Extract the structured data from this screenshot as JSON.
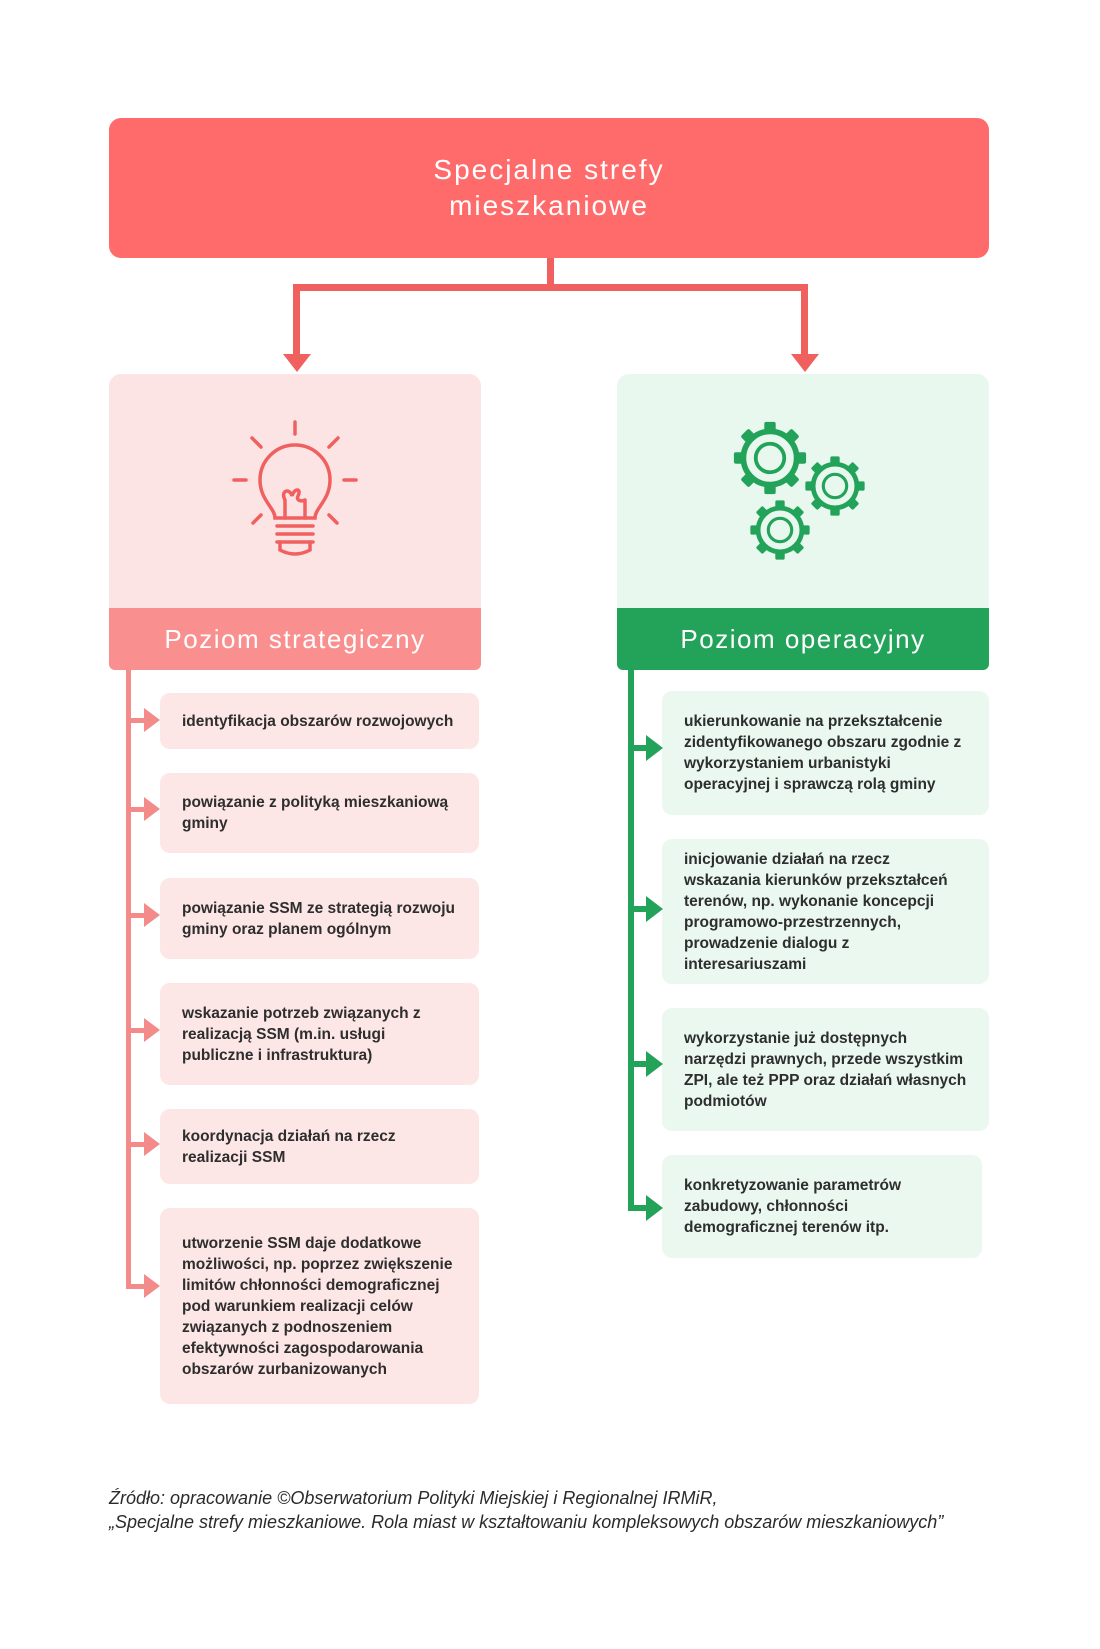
{
  "title": "Specjalne strefy mieszkaniowe",
  "colors": {
    "title_bg": "#ff6b6b",
    "left_accent": "#fa8f8f",
    "left_connector": "#f0605f",
    "left_box": "#fde6e6",
    "right_accent": "#23a35a",
    "right_box": "#eaf8ef"
  },
  "left": {
    "icon": "lightbulb-icon",
    "heading": "Poziom strategiczny",
    "items": [
      "identyfikacja obszarów rozwojowych",
      "powiązanie z polityką mieszkaniową gminy",
      "powiązanie SSM ze strategią rozwoju gminy oraz planem ogólnym",
      "wskazanie potrzeb związanych z realizacją SSM (m.in. usługi publiczne i infrastruktura)",
      "koordynacja działań na rzecz realizacji SSM",
      "utworzenie SSM daje dodatkowe możliwości, np. poprzez zwiększenie limitów chłonności demograficznej pod warunkiem realizacji celów związanych z podnoszeniem efektywności zagospodarowania obszarów zurbanizowanych"
    ]
  },
  "right": {
    "icon": "gears-icon",
    "heading": "Poziom operacyjny",
    "items": [
      "ukierunkowanie na przekształcenie zidentyfikowanego obszaru zgodnie z wykorzystaniem urbanistyki operacyjnej i sprawczą rolą gminy",
      "inicjowanie działań na rzecz wskazania kierunków przekształceń terenów, np. wykonanie koncepcji programowo-przestrzennych, prowadzenie dialogu z interesariuszami",
      "wykorzystanie już dostępnych narzędzi prawnych, przede wszystkim ZPI, ale też PPP oraz działań własnych podmiotów",
      "konkretyzowanie parametrów zabudowy, chłonności demograficznej terenów itp."
    ]
  },
  "source": {
    "line1": "Źródło: opracowanie ©Obserwatorium Polityki Miejskiej i Regionalnej IRMiR,",
    "line2": "„Specjalne strefy mieszkaniowe. Rola miast w kształtowaniu kompleksowych obszarów mieszkaniowych”"
  }
}
